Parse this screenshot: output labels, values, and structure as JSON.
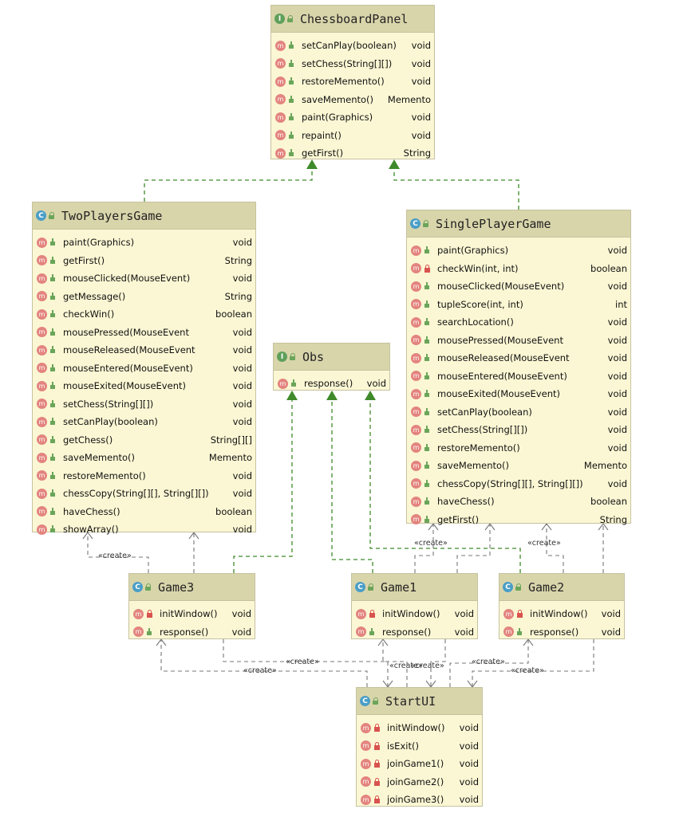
{
  "classes": {
    "chessboard_panel": {
      "name": "ChessboardPanel",
      "kind": "I",
      "members": [
        {
          "name": "setCanPlay(boolean)",
          "type": "void",
          "access": "public"
        },
        {
          "name": "setChess(String[][])",
          "type": "void",
          "access": "public"
        },
        {
          "name": "restoreMemento()",
          "type": "void",
          "access": "public"
        },
        {
          "name": "saveMemento()",
          "type": "Memento",
          "access": "public"
        },
        {
          "name": "paint(Graphics)",
          "type": "void",
          "access": "public"
        },
        {
          "name": "repaint()",
          "type": "void",
          "access": "public"
        },
        {
          "name": "getFirst()",
          "type": "String",
          "access": "public"
        }
      ]
    },
    "two_players_game": {
      "name": "TwoPlayersGame",
      "kind": "C",
      "members": [
        {
          "name": "paint(Graphics)",
          "type": "void",
          "access": "public"
        },
        {
          "name": "getFirst()",
          "type": "String",
          "access": "public"
        },
        {
          "name": "mouseClicked(MouseEvent)",
          "type": "void",
          "access": "public"
        },
        {
          "name": "getMessage()",
          "type": "String",
          "access": "public"
        },
        {
          "name": "checkWin()",
          "type": "boolean",
          "access": "public"
        },
        {
          "name": "mousePressed(MouseEvent",
          "type": "void",
          "access": "public"
        },
        {
          "name": "mouseReleased(MouseEvent",
          "type": "void",
          "access": "public"
        },
        {
          "name": "mouseEntered(MouseEvent)",
          "type": "void",
          "access": "public"
        },
        {
          "name": "mouseExited(MouseEvent)",
          "type": "void",
          "access": "public"
        },
        {
          "name": "setChess(String[][])",
          "type": "void",
          "access": "public"
        },
        {
          "name": "setCanPlay(boolean)",
          "type": "void",
          "access": "public"
        },
        {
          "name": "getChess()",
          "type": "String[][]",
          "access": "public"
        },
        {
          "name": "saveMemento()",
          "type": "Memento",
          "access": "public"
        },
        {
          "name": "restoreMemento()",
          "type": "void",
          "access": "public"
        },
        {
          "name": "chessCopy(String[][], String[][])",
          "type": "void",
          "access": "public"
        },
        {
          "name": "haveChess()",
          "type": "boolean",
          "access": "public"
        },
        {
          "name": "showArray()",
          "type": "void",
          "access": "public"
        }
      ]
    },
    "single_player_game": {
      "name": "SinglePlayerGame",
      "kind": "C",
      "members": [
        {
          "name": "paint(Graphics)",
          "type": "void",
          "access": "public"
        },
        {
          "name": "checkWin(int, int)",
          "type": "boolean",
          "access": "private"
        },
        {
          "name": "mouseClicked(MouseEvent)",
          "type": "void",
          "access": "public"
        },
        {
          "name": "tupleScore(int, int)",
          "type": "int",
          "access": "public"
        },
        {
          "name": "searchLocation()",
          "type": "void",
          "access": "public"
        },
        {
          "name": "mousePressed(MouseEvent",
          "type": "void",
          "access": "public"
        },
        {
          "name": "mouseReleased(MouseEvent",
          "type": "void",
          "access": "public"
        },
        {
          "name": "mouseEntered(MouseEvent)",
          "type": "void",
          "access": "public"
        },
        {
          "name": "mouseExited(MouseEvent)",
          "type": "void",
          "access": "public"
        },
        {
          "name": "setCanPlay(boolean)",
          "type": "void",
          "access": "public"
        },
        {
          "name": "setChess(String[][])",
          "type": "void",
          "access": "public"
        },
        {
          "name": "restoreMemento()",
          "type": "void",
          "access": "public"
        },
        {
          "name": "saveMemento()",
          "type": "Memento",
          "access": "public"
        },
        {
          "name": "chessCopy(String[][], String[][])",
          "type": "void",
          "access": "public"
        },
        {
          "name": "haveChess()",
          "type": "boolean",
          "access": "public"
        },
        {
          "name": "getFirst()",
          "type": "String",
          "access": "public"
        }
      ]
    },
    "obs": {
      "name": "Obs",
      "kind": "I",
      "members": [
        {
          "name": "response()",
          "type": "void",
          "access": "public"
        }
      ]
    },
    "game3": {
      "name": "Game3",
      "kind": "C",
      "members": [
        {
          "name": "initWindow()",
          "type": "void",
          "access": "private"
        },
        {
          "name": "response()",
          "type": "void",
          "access": "public"
        }
      ]
    },
    "game1": {
      "name": "Game1",
      "kind": "C",
      "members": [
        {
          "name": "initWindow()",
          "type": "void",
          "access": "private"
        },
        {
          "name": "response()",
          "type": "void",
          "access": "public"
        }
      ]
    },
    "game2": {
      "name": "Game2",
      "kind": "C",
      "members": [
        {
          "name": "initWindow()",
          "type": "void",
          "access": "private"
        },
        {
          "name": "response()",
          "type": "void",
          "access": "public"
        }
      ]
    },
    "start_ui": {
      "name": "StartUI",
      "kind": "C",
      "members": [
        {
          "name": "initWindow()",
          "type": "void",
          "access": "private"
        },
        {
          "name": "isExit()",
          "type": "void",
          "access": "private"
        },
        {
          "name": "joinGame1()",
          "type": "void",
          "access": "private"
        },
        {
          "name": "joinGame2()",
          "type": "void",
          "access": "private"
        },
        {
          "name": "joinGame3()",
          "type": "void",
          "access": "private"
        }
      ]
    }
  },
  "labels": {
    "create": "«create»"
  },
  "colors": {
    "realization": "#3f8a2a",
    "dependency": "#777777",
    "box_fill": "#fbf7d4",
    "header_fill": "#d9d5ab"
  }
}
